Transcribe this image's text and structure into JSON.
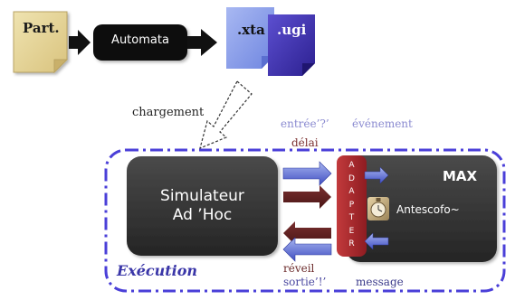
{
  "pipeline": {
    "part_label": "Part.",
    "automata_label": "Automata",
    "xta_label": ".xta",
    "ugi_label": ".ugi",
    "loading_label": "chargement"
  },
  "exchange": {
    "input_label": "entrée’?’",
    "event_label": "événement",
    "delay_label": "délai",
    "wakeup_label": "réveil",
    "output_label": "sortie’!’",
    "message_label": "message"
  },
  "simulator": {
    "line1": "Simulateur",
    "line2": "Ad ’Hoc"
  },
  "adapter": {
    "letters": [
      "A",
      "D",
      "A",
      "P",
      "T",
      "E",
      "R"
    ]
  },
  "max": {
    "title": "MAX",
    "antescofo_label": "Antescofo~"
  },
  "execution_label": "Exécution",
  "colors": {
    "region_border": "#4a3fd8",
    "execution_text": "#3a36a8",
    "adapter_red": "#b0262b",
    "input_label": "#8a8ad0",
    "event_label": "#8a8ad0",
    "delay_label": "#7a2e2e",
    "wakeup_label": "#6b2a2a",
    "output_label": "#4a48a0",
    "message_label": "#3a3a8a"
  }
}
